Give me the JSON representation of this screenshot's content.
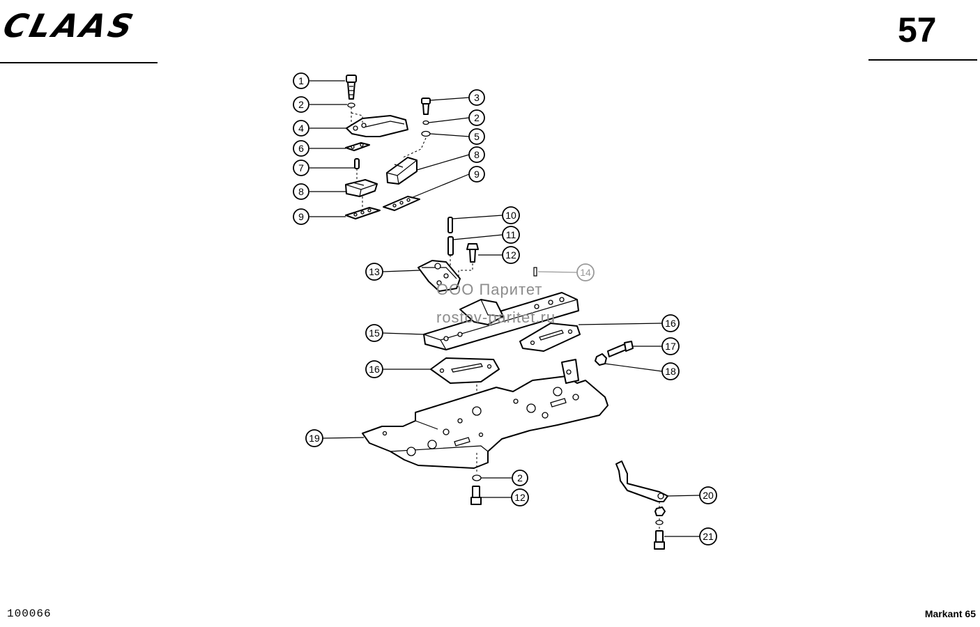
{
  "header": {
    "brand": "CLAAS",
    "page_number": "57"
  },
  "footer": {
    "doc_number": "100066",
    "model": "Markant 65"
  },
  "watermark": {
    "line1": "ООО Паритет",
    "line2": "rostov-paritet.ru"
  },
  "callouts": [
    {
      "label": "1"
    },
    {
      "label": "2"
    },
    {
      "label": "4"
    },
    {
      "label": "6"
    },
    {
      "label": "7"
    },
    {
      "label": "8"
    },
    {
      "label": "9"
    },
    {
      "label": "3"
    },
    {
      "label": "2"
    },
    {
      "label": "5"
    },
    {
      "label": "8"
    },
    {
      "label": "9"
    },
    {
      "label": "10"
    },
    {
      "label": "11"
    },
    {
      "label": "12"
    },
    {
      "label": "13"
    },
    {
      "label": "14"
    },
    {
      "label": "15"
    },
    {
      "label": "16"
    },
    {
      "label": "17"
    },
    {
      "label": "16"
    },
    {
      "label": "18"
    },
    {
      "label": "19"
    },
    {
      "label": "2"
    },
    {
      "label": "12"
    },
    {
      "label": "20"
    },
    {
      "label": "21"
    }
  ]
}
